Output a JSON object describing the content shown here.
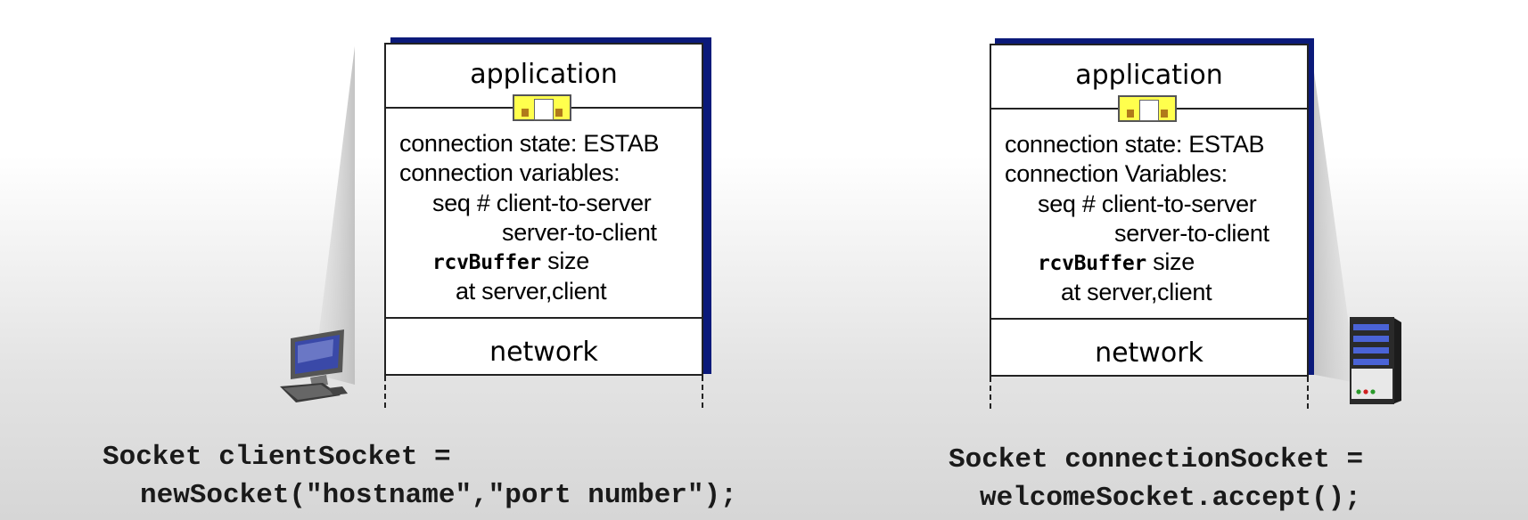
{
  "client": {
    "app_label": "application",
    "state_line": "connection state: ESTAB",
    "vars_line": "connection variables:",
    "seq_line": "seq # client-to-server",
    "s2c_line": "server-to-client",
    "rcv_code": "rcvBuffer",
    "rcv_suffix": " size",
    "at_line": "at server,client",
    "net_label": "network",
    "code_line1": "Socket clientSocket =",
    "code_line2": "newSocket(\"hostname\",\"port number\");"
  },
  "server": {
    "app_label": "application",
    "state_line": "connection state: ESTAB",
    "vars_line": "connection Variables:",
    "seq_line": "seq # client-to-server",
    "s2c_line": "server-to-client",
    "rcv_code": "rcvBuffer",
    "rcv_suffix": " size",
    "at_line": "at server,client",
    "net_label": "network",
    "code_line1": "Socket connectionSocket =",
    "code_line2": "welcomeSocket.accept();"
  },
  "icons": {
    "client_device": "desktop-computer-icon",
    "server_device": "server-tower-icon",
    "socket": "socket-door-icon"
  },
  "colors": {
    "stack_shadow": "#0b1a7a",
    "socket_fill": "#ffff4d"
  }
}
